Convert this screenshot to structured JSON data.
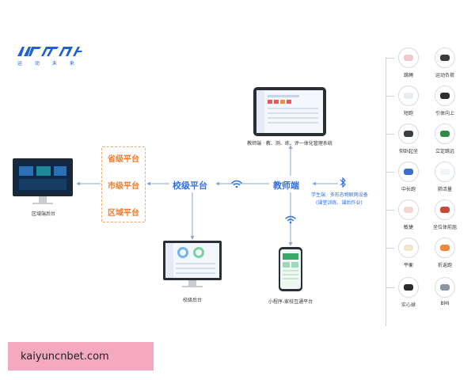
{
  "logo": {
    "text": "运 动 未 来"
  },
  "platforms": {
    "provincial": "省级平台",
    "city": "市级平台",
    "district": "区域平台"
  },
  "nodes": {
    "school_platform": "校级平台",
    "teacher_end": "教师端",
    "student_end": "学生端 · 多形态物联网设备",
    "student_end_sub": "(课堂训练、课后作业)"
  },
  "captions": {
    "district_backend": "区域端后台",
    "teacher_system": "教师端 · 教、测、练、评一体化管理系统",
    "school_backend": "校级后台",
    "mini_program": "小程序-家校互通平台"
  },
  "devices": [
    {
      "label": "跳绳",
      "icon": "jump-rope-icon"
    },
    {
      "label": "运动负荷",
      "icon": "heart-rate-band-icon"
    },
    {
      "label": "短跑",
      "icon": "sprint-sensor-icon"
    },
    {
      "label": "引体向上",
      "icon": "pull-up-sensor-icon"
    },
    {
      "label": "仰卧起坐",
      "icon": "sit-up-bar-icon"
    },
    {
      "label": "立定跳远",
      "icon": "long-jump-mat-icon"
    },
    {
      "label": "中长跑",
      "icon": "wristband-icon"
    },
    {
      "label": "肺活量",
      "icon": "spirometer-icon"
    },
    {
      "label": "敏捷",
      "icon": "agility-ball-icon"
    },
    {
      "label": "坐位体前屈",
      "icon": "sit-reach-icon"
    },
    {
      "label": "平衡",
      "icon": "balance-icon"
    },
    {
      "label": "折返跑",
      "icon": "cone-icon"
    },
    {
      "label": "实心球",
      "icon": "medicine-ball-icon"
    },
    {
      "label": "BMI",
      "icon": "height-scale-icon"
    }
  ],
  "watermark": {
    "text": "kaiyuncnbet.com"
  },
  "colors": {
    "accent_blue": "#2f6fe0",
    "accent_orange": "#ef7a2a",
    "watermark_pink": "#f4a9c1"
  }
}
